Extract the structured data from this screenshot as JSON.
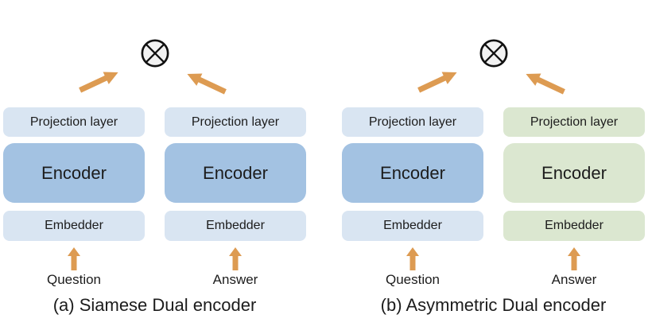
{
  "figure": {
    "diagrams": [
      {
        "caption": "(a) Siamese Dual encoder",
        "combiner_icon": "circled-times",
        "towers": [
          {
            "theme": "blue",
            "projection": "Projection layer",
            "encoder": "Encoder",
            "embedder": "Embedder",
            "input": "Question"
          },
          {
            "theme": "blue",
            "projection": "Projection layer",
            "encoder": "Encoder",
            "embedder": "Embedder",
            "input": "Answer"
          }
        ]
      },
      {
        "caption": "(b) Asymmetric Dual encoder",
        "combiner_icon": "circled-times",
        "towers": [
          {
            "theme": "blue",
            "projection": "Projection layer",
            "encoder": "Encoder",
            "embedder": "Embedder",
            "input": "Question"
          },
          {
            "theme": "green",
            "projection": "Projection layer",
            "encoder": "Encoder",
            "embedder": "Embedder",
            "input": "Answer"
          }
        ]
      }
    ]
  },
  "colors": {
    "encoder_blue": "#a3c2e2",
    "layer_blue": "#d9e5f2",
    "layer_green": "#dbe7d0",
    "arrow_orange": "#dd9b52",
    "combiner_fill": "#f2f2f2",
    "text": "#1c1c1c"
  }
}
